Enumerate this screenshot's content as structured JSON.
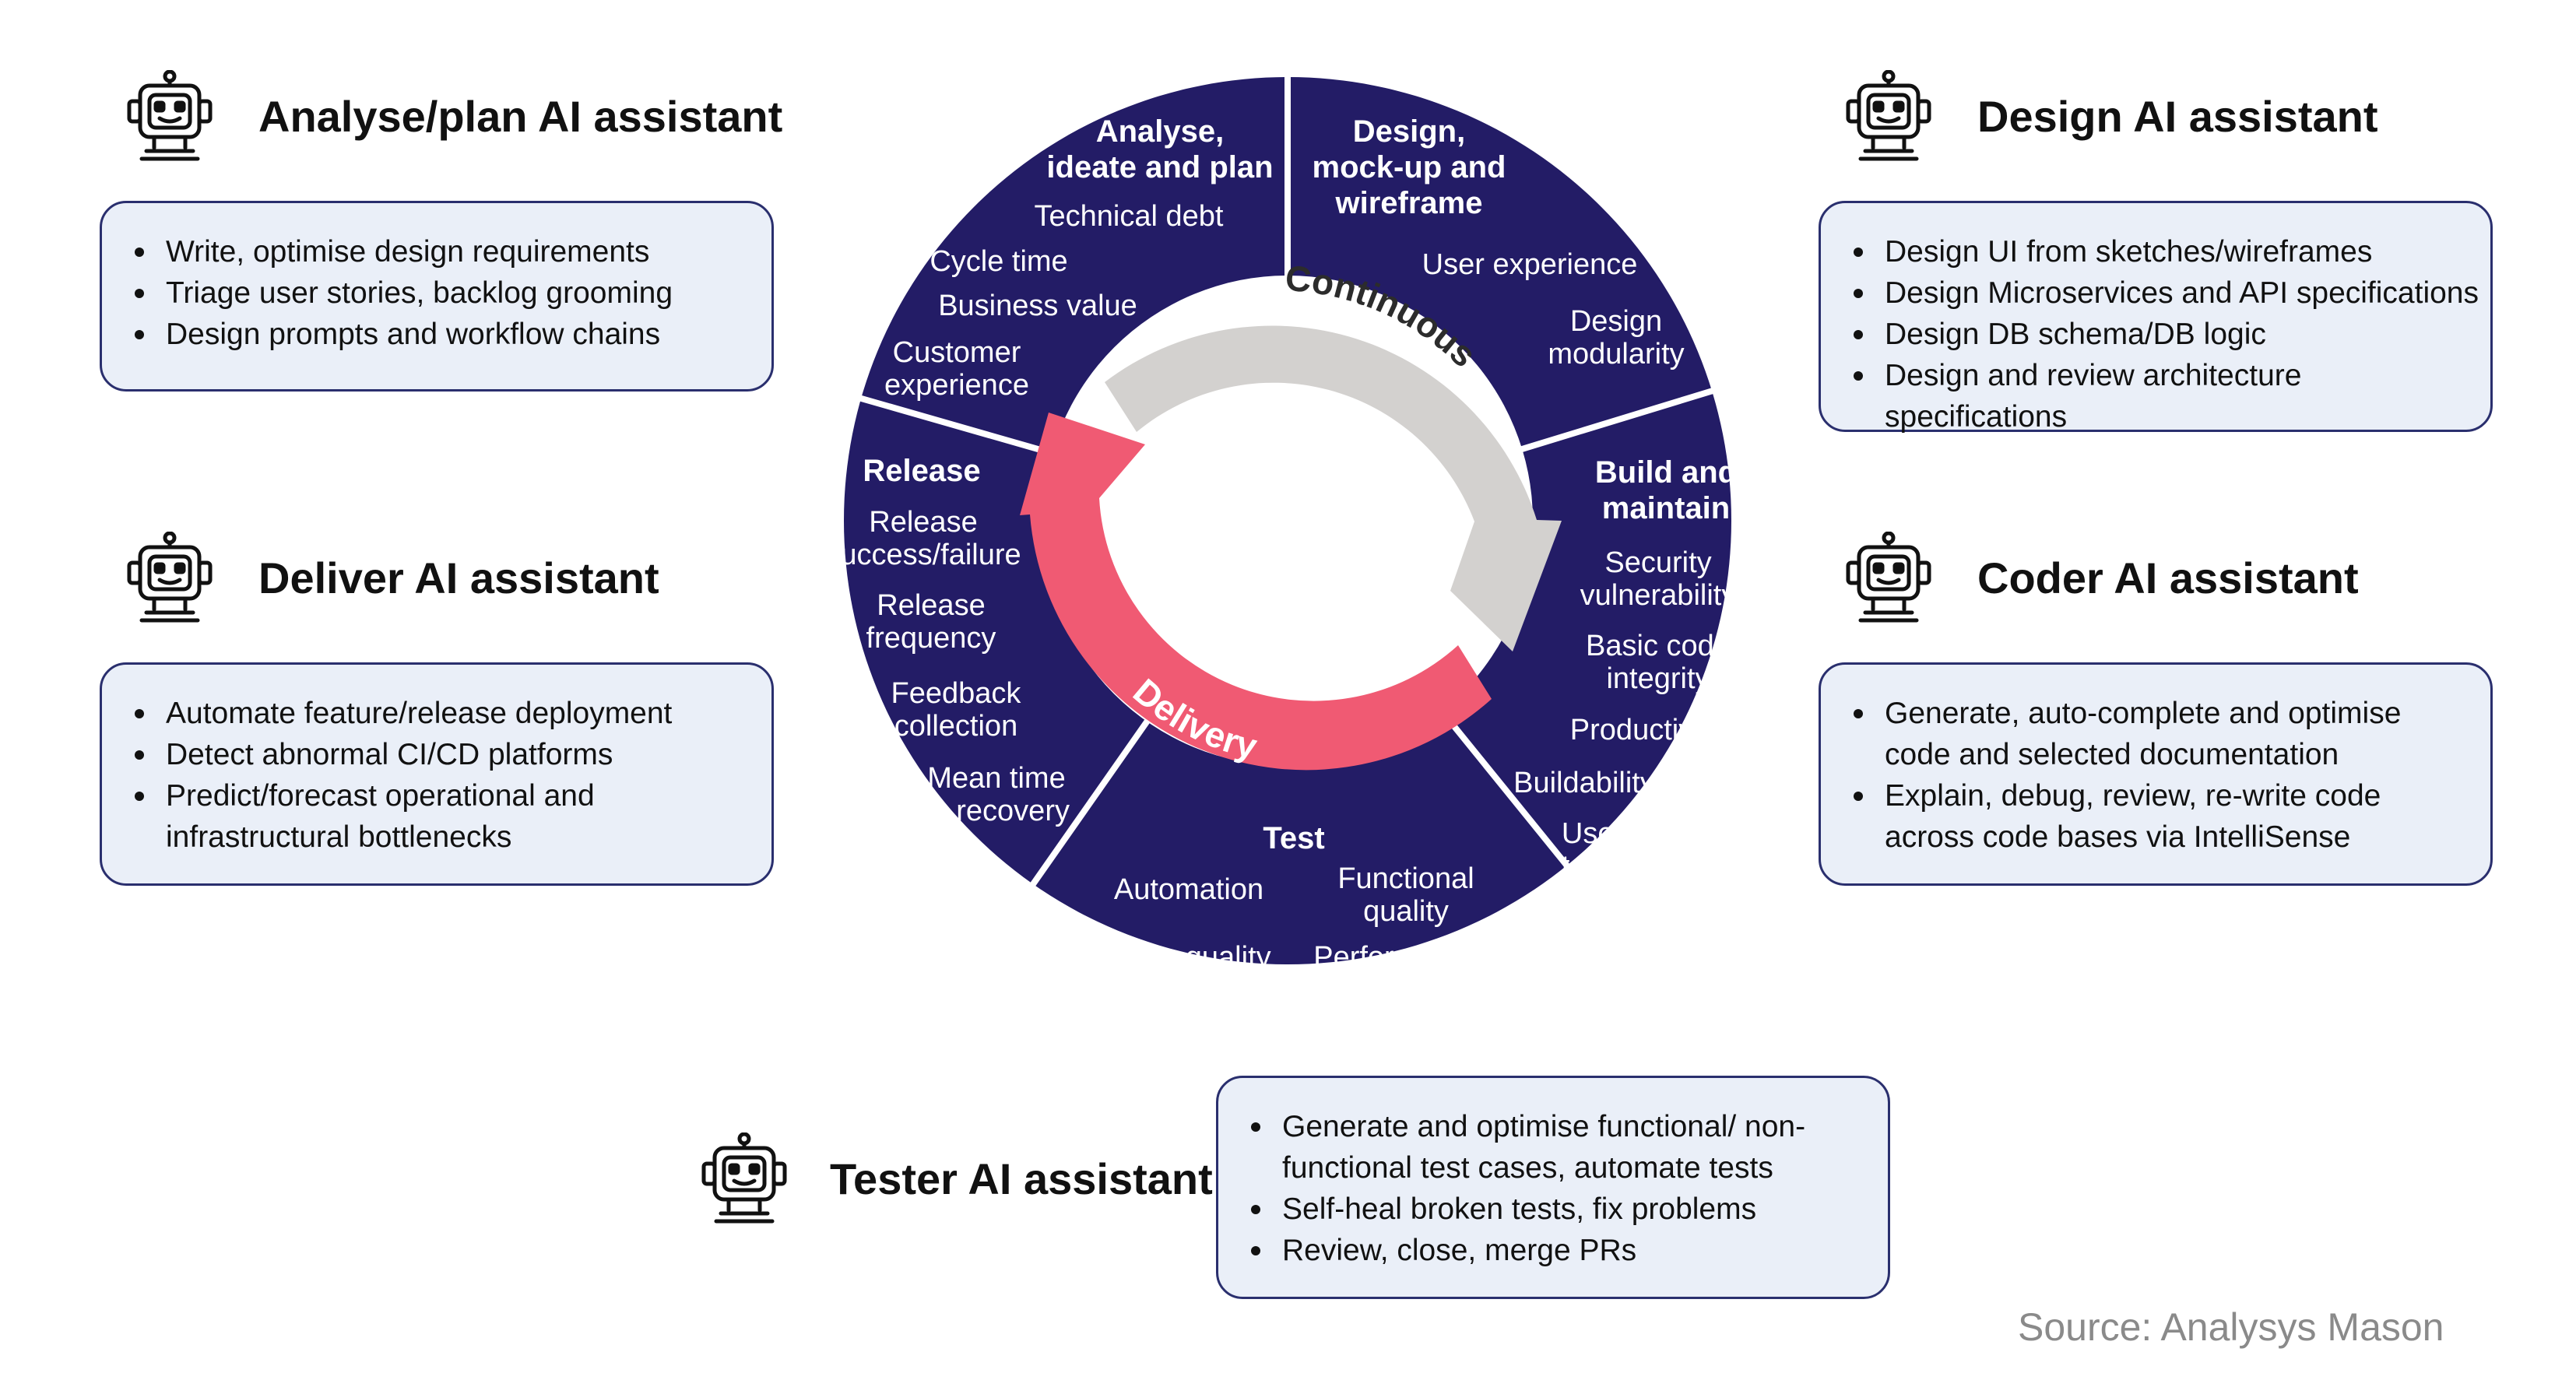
{
  "assistants": [
    {
      "title": "Analyse/plan AI assistant",
      "bullets": [
        "Write, optimise design requirements",
        "Triage user stories, backlog grooming",
        "Design prompts and workflow chains"
      ]
    },
    {
      "title": "Design AI assistant",
      "bullets": [
        "Design UI from sketches/wireframes",
        "Design Microservices and API specifications",
        "Design DB schema/DB logic",
        "Design and review architecture specifications"
      ]
    },
    {
      "title": "Deliver AI assistant",
      "bullets": [
        "Automate feature/release deployment",
        "Detect abnormal CI/CD platforms",
        "Predict/forecast operational and infrastructural bottlenecks"
      ]
    },
    {
      "title": "Coder AI assistant",
      "bullets": [
        "Generate, auto-complete and optimise code and selected documentation",
        "Explain, debug, review, re-write code across code bases via IntelliSense"
      ]
    },
    {
      "title": "Tester AI assistant",
      "bullets": [
        "Generate and optimise functional/ non-functional test cases, automate tests",
        "Self-heal broken tests, fix problems",
        "Review, close, merge PRs"
      ]
    }
  ],
  "wheel": {
    "segments": [
      {
        "heading": "Analyse, ideate and plan",
        "items": [
          "Technical debt",
          "Cycle time",
          "Business value",
          "Customer experience"
        ]
      },
      {
        "heading": "Design, mock-up and wireframe",
        "items": [
          "User experience",
          "Design modularity"
        ]
      },
      {
        "heading": "Build and maintain",
        "items": [
          "Security vulnerability",
          "Basic code integrity",
          "Productivity",
          "Buildability",
          "User tests"
        ]
      },
      {
        "heading": "Test",
        "items": [
          "Automation",
          "Functional quality",
          "Code quality",
          "Performance"
        ]
      },
      {
        "heading": "Release",
        "items": [
          "Release success/failure",
          "Release frequency",
          "Feedback collection",
          "Mean time to recovery"
        ]
      }
    ],
    "continuous_label": "Continuous",
    "delivery_label": "Delivery"
  },
  "colors": {
    "wheel_fill": "#231c66",
    "continuous_arrow": "#d3d1cf",
    "delivery_arrow": "#f05a73",
    "box_fill": "#eaeff8",
    "box_border": "#2a2f6e"
  },
  "icons": [
    "robot-icon"
  ],
  "source": "Source: Analysys Mason"
}
